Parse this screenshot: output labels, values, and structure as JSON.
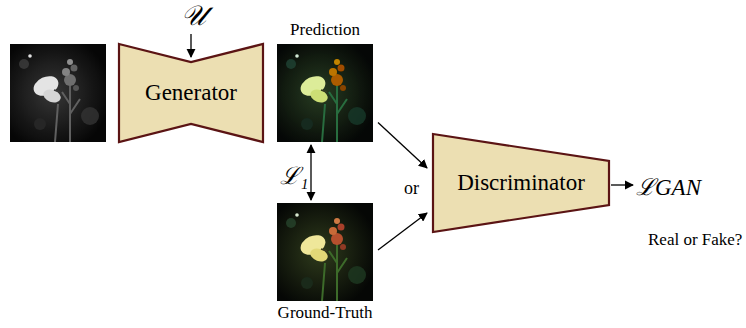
{
  "diagram": {
    "nodes": [
      {
        "text": [
          "Generator"
        ]
      },
      {
        "text": [
          "Prediction"
        ]
      },
      {
        "text": [
          "Ground-Truth"
        ]
      },
      {
        "text": [
          "Discriminator"
        ]
      }
    ],
    "edges": [
      {
        "from": 1,
        "to": 2,
        "label": "ℒ₁",
        "arrow": "both"
      },
      {
        "from": 1,
        "to": 3,
        "arrow": "to"
      },
      {
        "from": 2,
        "to": 3,
        "arrow": "to"
      }
    ],
    "labels": [
      "𝒰",
      "or",
      "ℒGAN",
      "Real or Fake?"
    ]
  }
}
